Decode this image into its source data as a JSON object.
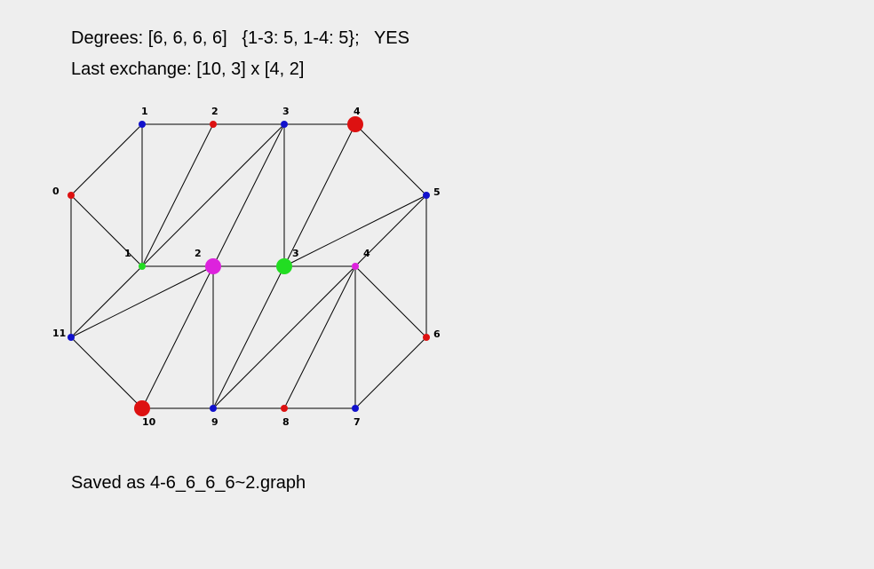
{
  "header": {
    "degrees_text": "Degrees: [6, 6, 6, 6]   {1-3: 5, 1-4: 5};   YES",
    "last_exchange_text": "Last exchange: [10, 3] x [4, 2]"
  },
  "footer": {
    "saved_text": "Saved as 4-6_6_6_6~2.graph"
  },
  "colors": {
    "red": "#dd1111",
    "blue": "#1111cc",
    "green": "#22dd22",
    "magenta": "#dd22dd",
    "edge": "#000000",
    "background": "#eeeeee"
  },
  "graph": {
    "outer_nodes": [
      {
        "id": "o0",
        "label": "0",
        "color": "red",
        "highlight": false
      },
      {
        "id": "o1",
        "label": "1",
        "color": "blue",
        "highlight": false
      },
      {
        "id": "o2",
        "label": "2",
        "color": "red",
        "highlight": false
      },
      {
        "id": "o3",
        "label": "3",
        "color": "blue",
        "highlight": false
      },
      {
        "id": "o4",
        "label": "4",
        "color": "red",
        "highlight": true
      },
      {
        "id": "o5",
        "label": "5",
        "color": "blue",
        "highlight": false
      },
      {
        "id": "o6",
        "label": "6",
        "color": "red",
        "highlight": false
      },
      {
        "id": "o7",
        "label": "7",
        "color": "blue",
        "highlight": false
      },
      {
        "id": "o8",
        "label": "8",
        "color": "red",
        "highlight": false
      },
      {
        "id": "o9",
        "label": "9",
        "color": "blue",
        "highlight": false
      },
      {
        "id": "o10",
        "label": "10",
        "color": "red",
        "highlight": true
      },
      {
        "id": "o11",
        "label": "11",
        "color": "blue",
        "highlight": false
      }
    ],
    "inner_nodes": [
      {
        "id": "i1",
        "label": "1",
        "color": "green",
        "highlight": false
      },
      {
        "id": "i2",
        "label": "2",
        "color": "magenta",
        "highlight": true
      },
      {
        "id": "i3",
        "label": "3",
        "color": "green",
        "highlight": true
      },
      {
        "id": "i4",
        "label": "4",
        "color": "magenta",
        "highlight": false
      }
    ],
    "edges": [
      [
        "o0",
        "o1"
      ],
      [
        "o1",
        "o2"
      ],
      [
        "o2",
        "o3"
      ],
      [
        "o3",
        "o4"
      ],
      [
        "o4",
        "o5"
      ],
      [
        "o5",
        "o6"
      ],
      [
        "o6",
        "o7"
      ],
      [
        "o7",
        "o8"
      ],
      [
        "o8",
        "o9"
      ],
      [
        "o9",
        "o10"
      ],
      [
        "o10",
        "o11"
      ],
      [
        "o11",
        "o0"
      ],
      [
        "i1",
        "i2"
      ],
      [
        "i2",
        "i3"
      ],
      [
        "i3",
        "i4"
      ],
      [
        "o0",
        "i1"
      ],
      [
        "o1",
        "i1"
      ],
      [
        "o2",
        "i1"
      ],
      [
        "o3",
        "i1"
      ],
      [
        "o3",
        "i2"
      ],
      [
        "o3",
        "i3"
      ],
      [
        "o4",
        "i3"
      ],
      [
        "o5",
        "i3"
      ],
      [
        "o5",
        "i4"
      ],
      [
        "o6",
        "i4"
      ],
      [
        "o7",
        "i4"
      ],
      [
        "o8",
        "i4"
      ],
      [
        "o9",
        "i4"
      ],
      [
        "o9",
        "i3"
      ],
      [
        "o9",
        "i2"
      ],
      [
        "o10",
        "i2"
      ],
      [
        "o11",
        "i2"
      ],
      [
        "o11",
        "i1"
      ]
    ]
  }
}
